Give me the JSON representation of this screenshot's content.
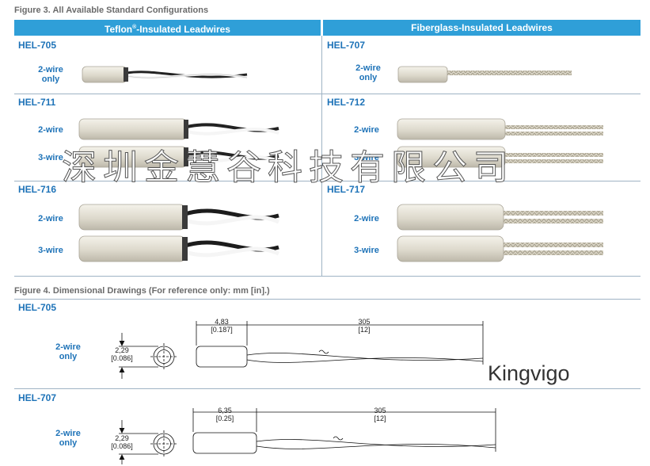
{
  "figure3": {
    "title": "Figure 3. All Available Standard Configurations",
    "col_left": "Teflon",
    "col_left_reg": "®",
    "col_left_rest": "-Insulated Leadwires",
    "col_right": "Fiberglass-Insulated Leadwires",
    "rows": [
      {
        "left_model": "HEL-705",
        "right_model": "HEL-707",
        "left_labels": [
          "2-wire",
          "only"
        ],
        "right_labels": [
          "2-wire",
          "only"
        ]
      },
      {
        "left_model": "HEL-711",
        "right_model": "HEL-712",
        "labels": [
          "2-wire",
          "3-wire"
        ]
      },
      {
        "left_model": "HEL-716",
        "right_model": "HEL-717",
        "labels": [
          "2-wire",
          "3-wire"
        ]
      }
    ]
  },
  "figure4": {
    "title": "Figure 4. Dimensional Drawings (For reference only: mm [in].)",
    "drawings": [
      {
        "model": "HEL-705",
        "label1": "2-wire",
        "label2": "only",
        "dia_mm": "2,29",
        "dia_in": "[0.086]",
        "len_mm": "4,83",
        "len_in": "[0.187]",
        "lead_mm": "305",
        "lead_in": "[12]"
      },
      {
        "model": "HEL-707",
        "label1": "2-wire",
        "label2": "only",
        "dia_mm": "2,29",
        "dia_in": "[0.086]",
        "len_mm": "6,35",
        "len_in": "[0.25]",
        "lead_mm": "305",
        "lead_in": "[12]"
      }
    ]
  },
  "watermark": "深圳金慧谷科技有限公司",
  "brand": "Kingvigo"
}
